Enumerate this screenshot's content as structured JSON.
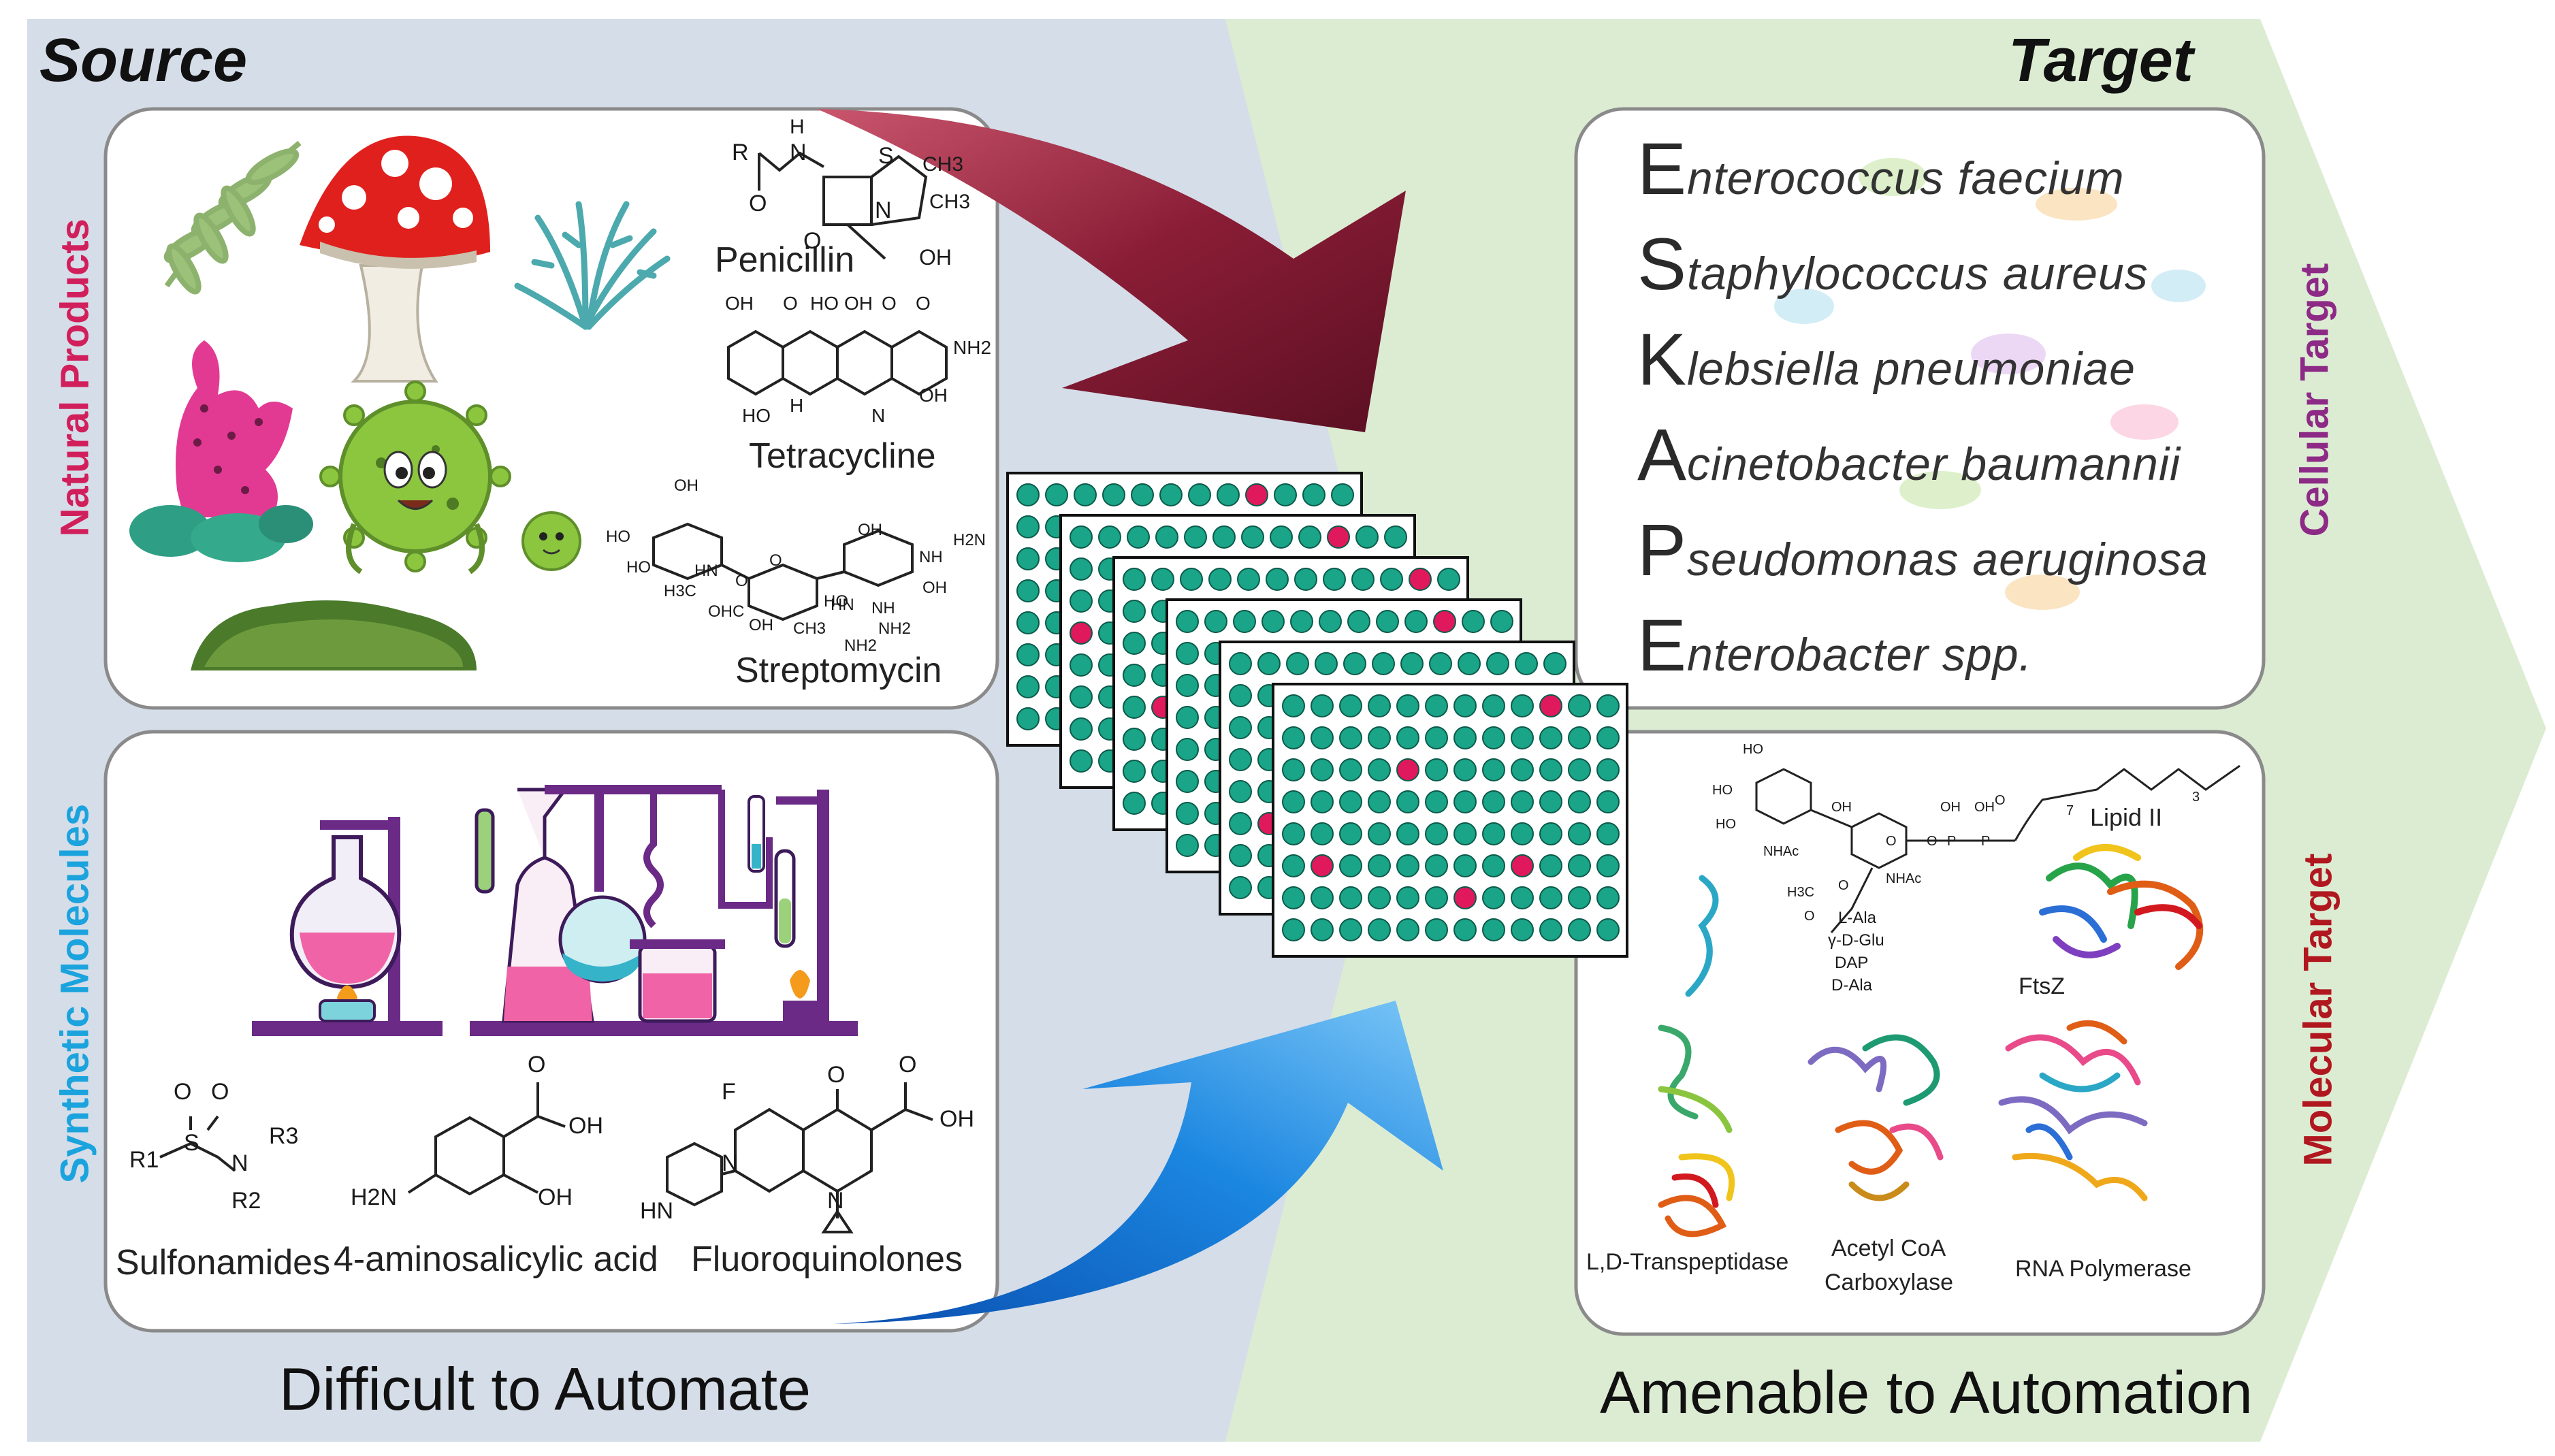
{
  "headings": {
    "source": "Source",
    "target": "Target"
  },
  "footers": {
    "left": "Difficult to Automate",
    "right": "Amenable to Automation"
  },
  "side_labels": {
    "natural": "Natural Products",
    "synthetic": "Synthetic Molecules",
    "cellular": "Cellular Target",
    "molecular": "Molecular Target"
  },
  "natural_compounds": [
    "Penicillin",
    "Tetracycline",
    "Streptomycin"
  ],
  "synthetic_compounds": [
    "Sulfonamides",
    "4-aminosalicylic acid",
    "Fluoroquinolones"
  ],
  "structure_labels": {
    "penicillin": [
      "R",
      "H",
      "N",
      "S",
      "CH3",
      "CH3",
      "O",
      "N",
      "O",
      "OH"
    ],
    "tetracycline": [
      "OH",
      "O",
      "HO",
      "OH",
      "O",
      "O",
      "NH2",
      "OH",
      "HO",
      "H",
      "N"
    ],
    "streptomycin": [
      "OH",
      "HO",
      "HO",
      "HN",
      "H3C",
      "OHC",
      "O",
      "O",
      "OH",
      "CH3",
      "OH",
      "HO",
      "NH2",
      "HN",
      "NH",
      "NH2",
      "NH",
      "OH",
      "H2N"
    ],
    "sulfonamide": [
      "O",
      "O",
      "S",
      "R1",
      "N",
      "R3",
      "R2"
    ],
    "aminosalicylic": [
      "O",
      "OH",
      "OH",
      "H2N"
    ],
    "fluoroquinolone": [
      "F",
      "O",
      "O",
      "OH",
      "N",
      "N",
      "HN"
    ]
  },
  "species": [
    {
      "initial": "E",
      "rest": "nterococcus faecium"
    },
    {
      "initial": "S",
      "rest": "taphylococcus aureus"
    },
    {
      "initial": "K",
      "rest": "lebsiella pneumoniae"
    },
    {
      "initial": "A",
      "rest": "cinetobacter baumannii"
    },
    {
      "initial": "P",
      "rest": "seudomonas aeruginosa"
    },
    {
      "initial": "E",
      "rest": "nterobacter spp."
    }
  ],
  "molecular_targets": {
    "lipid": "Lipid II",
    "ftsz": "FtsZ",
    "ldt": "L,D-Transpeptidase",
    "acc": [
      "Acetyl CoA",
      "Carboxylase"
    ],
    "rnap": "RNA Polymerase",
    "peptide": [
      "L-Ala",
      "γ-D-Glu",
      "DAP",
      "D-Ala"
    ],
    "lipid_labels": [
      "HO",
      "HO",
      "HO",
      "NHAc",
      "OH",
      "O",
      "O",
      "P",
      "OH",
      "P",
      "OH",
      "O",
      "NHAc",
      "H3C",
      "O",
      "O",
      "7",
      "3"
    ]
  },
  "plates": {
    "count": 6,
    "rows": 8,
    "cols": 12,
    "hits": [
      [
        [
          0,
          8
        ]
      ],
      [
        [
          0,
          9
        ],
        [
          3,
          0
        ]
      ],
      [
        [
          0,
          10
        ],
        [
          4,
          1
        ]
      ],
      [
        [
          0,
          9
        ]
      ],
      [
        [
          5,
          1
        ],
        [
          7,
          4
        ]
      ],
      [
        [
          0,
          9
        ],
        [
          2,
          4
        ],
        [
          5,
          1
        ],
        [
          5,
          8
        ],
        [
          6,
          6
        ]
      ]
    ],
    "well_color": "#1aa488",
    "hit_color": "#e0185c"
  },
  "colors": {
    "source_bg": "#d5dde8",
    "target_bg": "#dcecd3",
    "natural": "#d11f5c",
    "synthetic": "#1ba3dd",
    "cellular": "#8d2a86",
    "molecular": "#b0171f",
    "arrow_top": "#8e1f3a",
    "arrow_bottom": "#1b7fd8"
  }
}
